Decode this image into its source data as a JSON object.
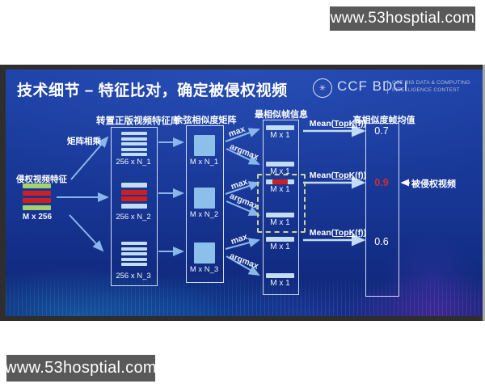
{
  "watermarks": {
    "top": "www.53hosptial.com",
    "bottom": "www.53hosptial.com"
  },
  "slide": {
    "title": "技术细节 – 特征比对，确定被侵权视频",
    "logo": {
      "name": "CCF BDCI",
      "tagline_line1": "CCF BIG DATA & COMPUTING",
      "tagline_line2": "INTELLIGENCE CONTEST"
    },
    "left": {
      "matrix_multiply_label": "矩阵相乘",
      "features_label": "侵权视频特征",
      "matrix_size": "M x 256"
    },
    "library": {
      "header": "转置正版视频特征库",
      "stacks": [
        {
          "label": "256 x N_1"
        },
        {
          "label": "256 x N_2"
        },
        {
          "label": "256 x N_3"
        }
      ]
    },
    "cosine": {
      "header": "余弦相似度矩阵",
      "blocks": [
        {
          "label": "M x N_1"
        },
        {
          "label": "M x N_2"
        },
        {
          "label": "M x N_3"
        }
      ]
    },
    "frames": {
      "header": "最相似帧信息",
      "bars": [
        {
          "label": "M x 1"
        },
        {
          "label": "M x 1"
        },
        {
          "label": "M x 1"
        },
        {
          "label": "M x 1"
        },
        {
          "label": "M x 1"
        },
        {
          "label": "M x 1"
        }
      ]
    },
    "ops": {
      "max": "max",
      "argmax": "argmax"
    },
    "mean": {
      "prefix": "Mean(",
      "topk": "TopK(f)",
      "suffix": ")"
    },
    "results": {
      "header": "高相似度帧均值",
      "values": [
        {
          "value": "0.7",
          "highlight": false
        },
        {
          "value": "0.9",
          "highlight": true
        },
        {
          "value": "0.6",
          "highlight": false
        }
      ],
      "annotation": "被侵权视频"
    },
    "colors": {
      "slide_bg_top": "#1d40a5",
      "slide_bg_bottom": "#0e2470",
      "bar_light": "#c2ddf2",
      "bar_red": "#d01f1f",
      "bar_green": "#a2d16c",
      "highlight_value": "#c9302c",
      "dashed_box": "#ccd795",
      "arrow": "#8ab7ea",
      "watermark_bg": "#595959"
    }
  }
}
